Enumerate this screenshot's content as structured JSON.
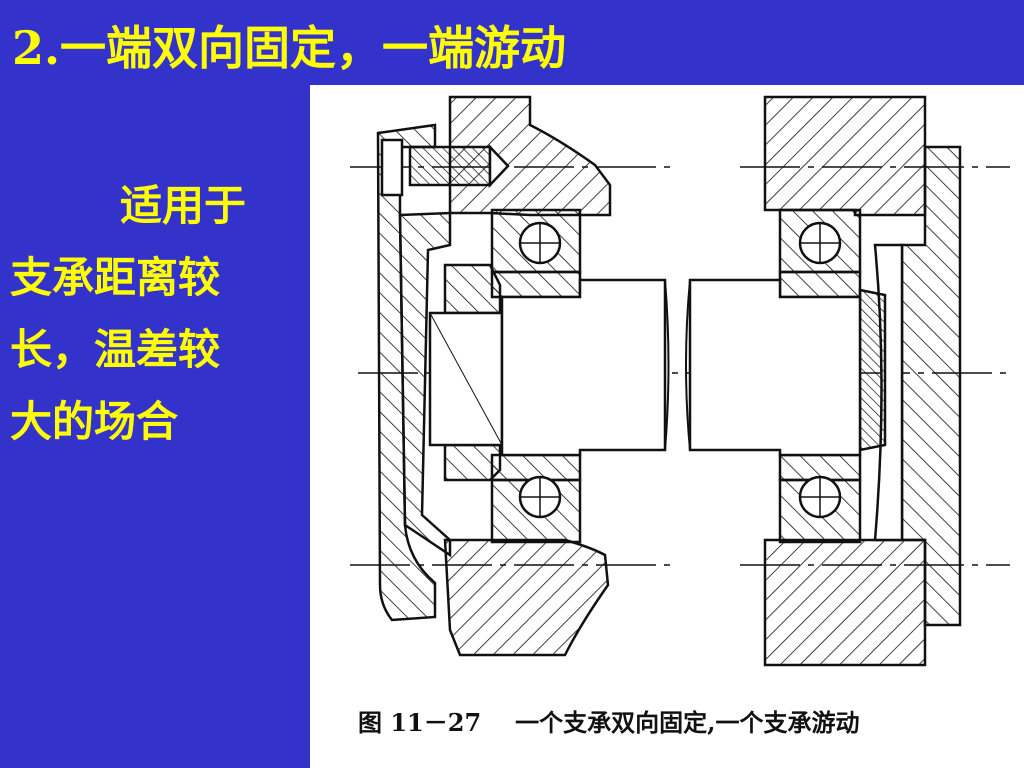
{
  "slide": {
    "title": "2.一端双向固定，一端游动",
    "body_lines": [
      "适用于",
      "支承距离较",
      "长，温差较",
      "大的场合"
    ]
  },
  "figure": {
    "caption_number": "图 11－27",
    "caption_text": "一个支承双向固定,一个支承游动"
  },
  "colors": {
    "background": "#3333cc",
    "text": "#ffff00",
    "panel": "#ffffff",
    "ink": "#111111"
  }
}
